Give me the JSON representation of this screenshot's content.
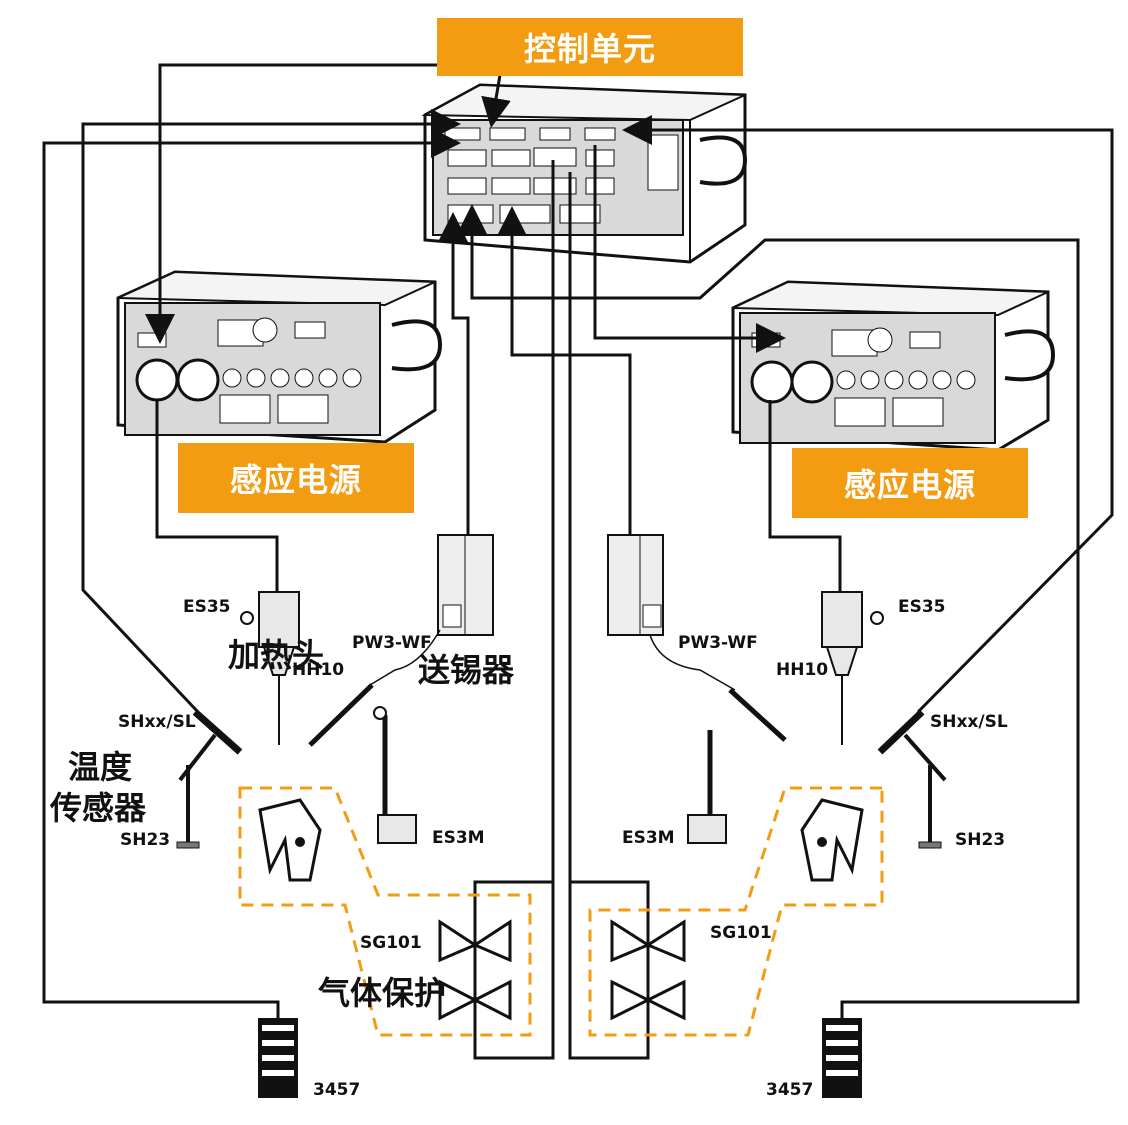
{
  "labels": {
    "control_unit": "控制单元",
    "power_left": "感应电源",
    "power_right": "感应电源",
    "heating_head": "加热头",
    "solder_feeder": "送锡器",
    "temp_sensor_line1": "温度",
    "temp_sensor_line2": "传感器",
    "gas_protection": "气体保护"
  },
  "parts_left": {
    "es35": "ES35",
    "hh10": "HH10",
    "pw3wf": "PW3-WF",
    "shxx": "SHxx/SL",
    "sh23": "SH23",
    "es3m": "ES3M",
    "sg101": "SG101",
    "pedal": "3457"
  },
  "parts_right": {
    "es35": "ES35",
    "hh10": "HH10",
    "pw3wf": "PW3-WF",
    "shxx": "SHxx/SL",
    "sh23": "SH23",
    "es3m": "ES3M",
    "sg101": "SG101",
    "pedal": "3457"
  },
  "colors": {
    "accent": "#f39c12",
    "line": "#111111",
    "dashed": "#f39c12"
  }
}
